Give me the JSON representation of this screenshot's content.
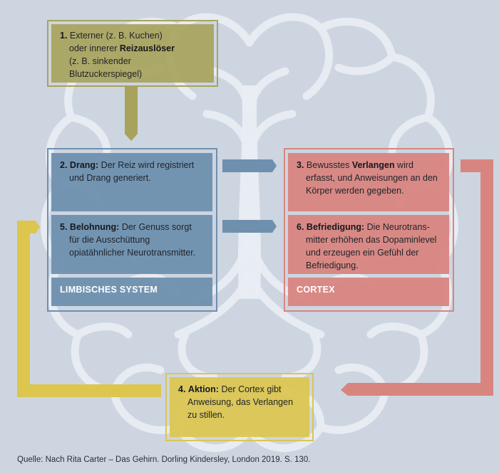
{
  "colors": {
    "background": "#cdd5e1",
    "brain_outline": "#e9edf3",
    "trigger": "#a8a35c",
    "limbic": "#6e90ae",
    "cortex": "#d8857f",
    "action": "#dcc64e"
  },
  "steps": {
    "trigger": {
      "num": "1.",
      "line1": "Externer (z. B. Kuchen)",
      "line2_pre": "oder innerer ",
      "line2_bold": "Reizauslöser",
      "line3": "(z. B. sinkender Blutzuckerspiegel)"
    },
    "drang": {
      "num": "2.",
      "bold": "Drang:",
      "text": " Der Reiz wird registriert und Drang generiert."
    },
    "verlangen": {
      "num": "3.",
      "pre": " Bewusstes ",
      "bold": "Verlangen",
      "text": " wird erfasst, und Anweisungen an den Körper werden gegeben."
    },
    "aktion": {
      "num": "4.",
      "bold": "Aktion:",
      "text": " Der Cortex gibt Anweisung, das Verlangen zu stillen."
    },
    "belohnung": {
      "num": "5.",
      "bold": "Belohnung:",
      "text": " Der Genuss sorgt für die Ausschüttung opiatähnlicher Neurotransmitter."
    },
    "befriedigung": {
      "num": "6.",
      "bold": "Befriedigung:",
      "text": " Die Neurotrans-mitter erhöhen das Dopaminlevel und erzeugen ein Gefühl der Befriedigung."
    }
  },
  "regions": {
    "limbic_label": "LIMBISCHES SYSTEM",
    "cortex_label": "CORTEX"
  },
  "source": "Quelle: Nach Rita Carter – Das Gehirn. Dorling Kindersley, London 2019. S. 130."
}
